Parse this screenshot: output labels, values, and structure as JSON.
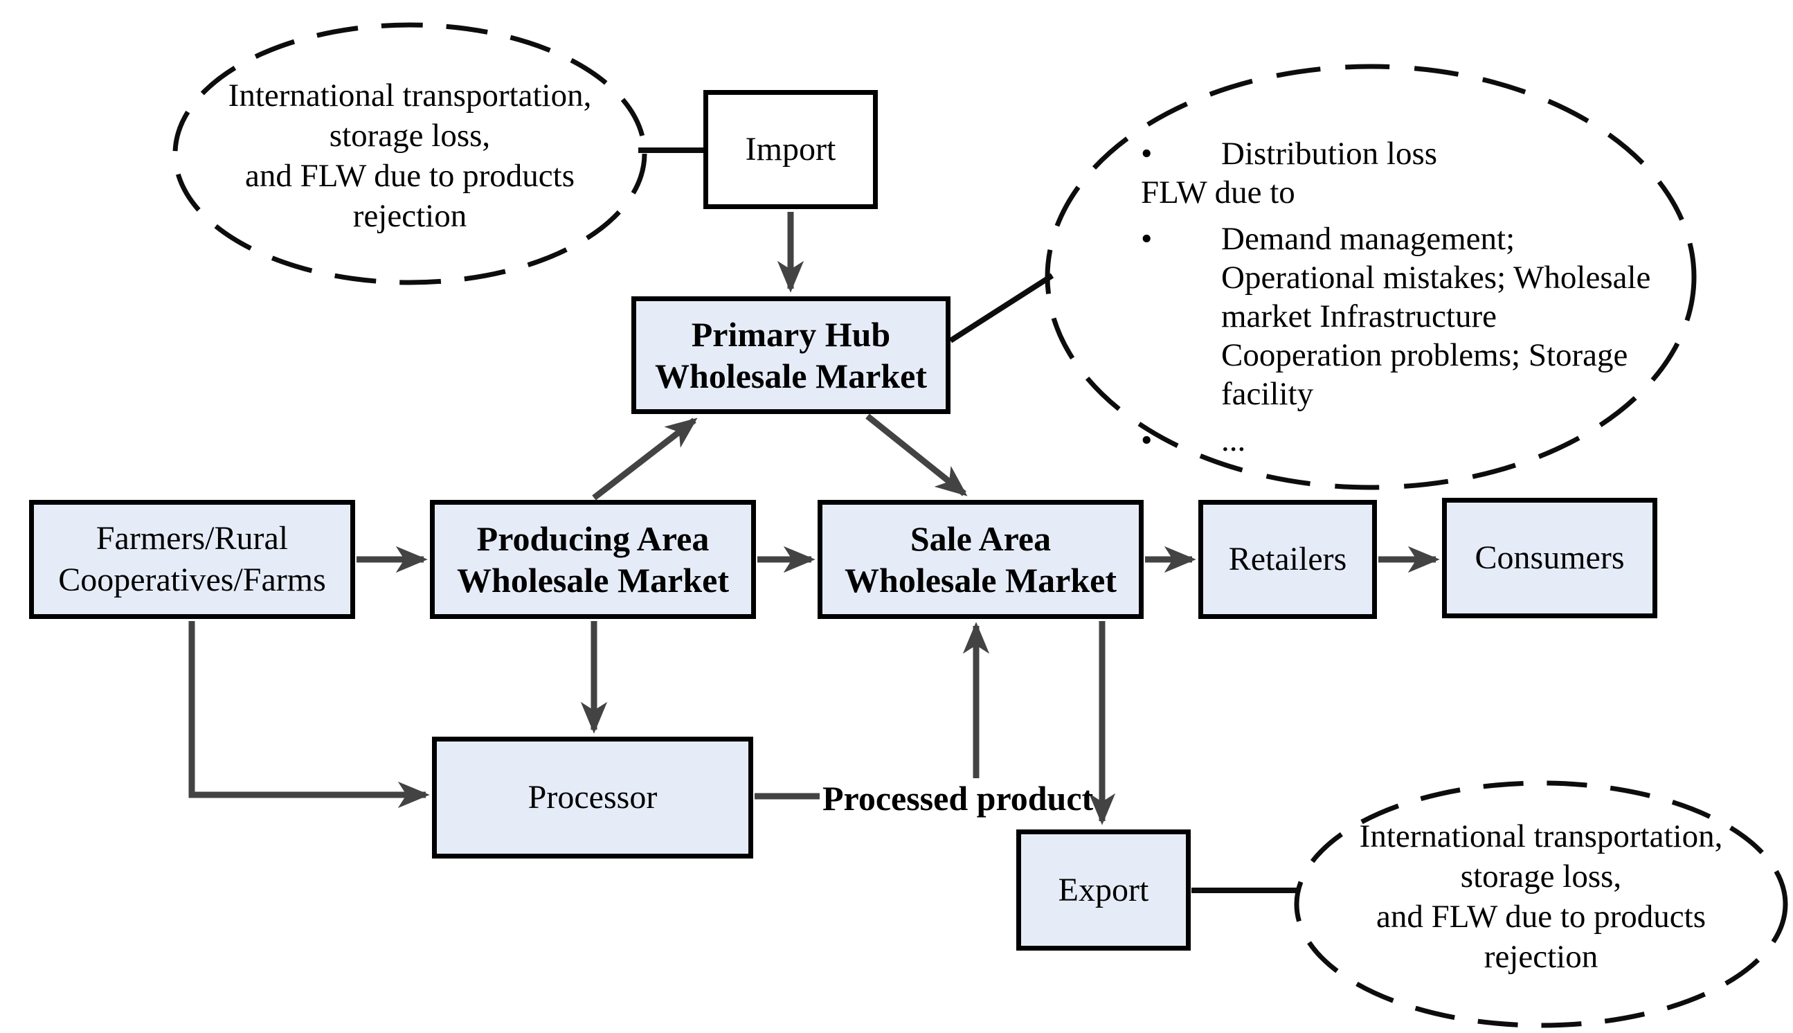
{
  "colors": {
    "box_fill": "#e6ecf7",
    "box_border": "#000000",
    "arrow": "#434343",
    "connector": "#111111",
    "background": "#ffffff"
  },
  "boxes": {
    "import": {
      "label": "Import"
    },
    "primary_hub": {
      "lines": [
        "Primary Hub",
        "Wholesale Market"
      ]
    },
    "farmers": {
      "lines": [
        "Farmers/Rural",
        "Cooperatives/Farms"
      ]
    },
    "producing": {
      "lines": [
        "Producing Area",
        "Wholesale Market"
      ]
    },
    "sale": {
      "lines": [
        "Sale Area",
        "Wholesale Market"
      ]
    },
    "retailers": {
      "label": "Retailers"
    },
    "consumers": {
      "label": "Consumers"
    },
    "processor": {
      "label": "Processor"
    },
    "export": {
      "label": "Export"
    }
  },
  "flow_labels": {
    "processed_product": "Processed product"
  },
  "ellipses": {
    "top_left": {
      "lines": [
        "International transportation,",
        "storage loss,",
        "and FLW due to products",
        "rejection"
      ]
    },
    "right": {
      "items": [
        {
          "bullet": "•",
          "text": "Distribution loss"
        },
        {
          "text": "FLW due to"
        },
        {
          "bullet": "•",
          "text": "Demand management;"
        },
        {
          "text": "Operational mistakes; Wholesale"
        },
        {
          "text": "market Infrastructure"
        },
        {
          "text": "Cooperation problems; Storage"
        },
        {
          "text": "facility"
        },
        {
          "bullet": "•",
          "text": "..."
        }
      ]
    },
    "bottom_right": {
      "lines": [
        "International transportation,",
        "storage loss,",
        "and FLW due to products",
        "rejection"
      ]
    }
  }
}
